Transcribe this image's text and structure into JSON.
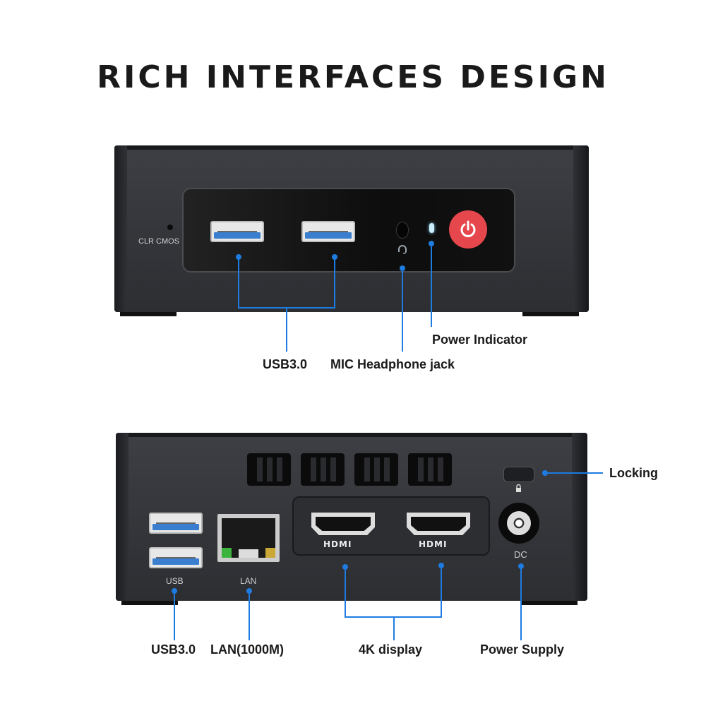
{
  "title": "RICH INTERFACES DESIGN",
  "front_panel": {
    "clr_cmos_label": "CLR CMOS",
    "callouts": {
      "usb": "USB3.0",
      "mic": "MIC Headphone jack",
      "power_indicator": "Power Indicator"
    },
    "icons": [
      "usb-port",
      "usb-port",
      "audio-jack",
      "headset-icon",
      "led-indicator",
      "power-button"
    ],
    "power_button_color": "#e5474c",
    "led_color": "#cdeffd"
  },
  "rear_panel": {
    "port_labels": {
      "usb": "USB",
      "lan": "LAN",
      "hdmi1": "HDMI",
      "hdmi2": "HDMI",
      "dc": "DC"
    },
    "callouts": {
      "locking": "Locking",
      "usb": "USB3.0",
      "lan": "LAN(1000M)",
      "display": "4K display",
      "power": "Power Supply"
    }
  },
  "colors": {
    "callout_blue": "#1e7be0",
    "body_gray": "#35373b"
  }
}
